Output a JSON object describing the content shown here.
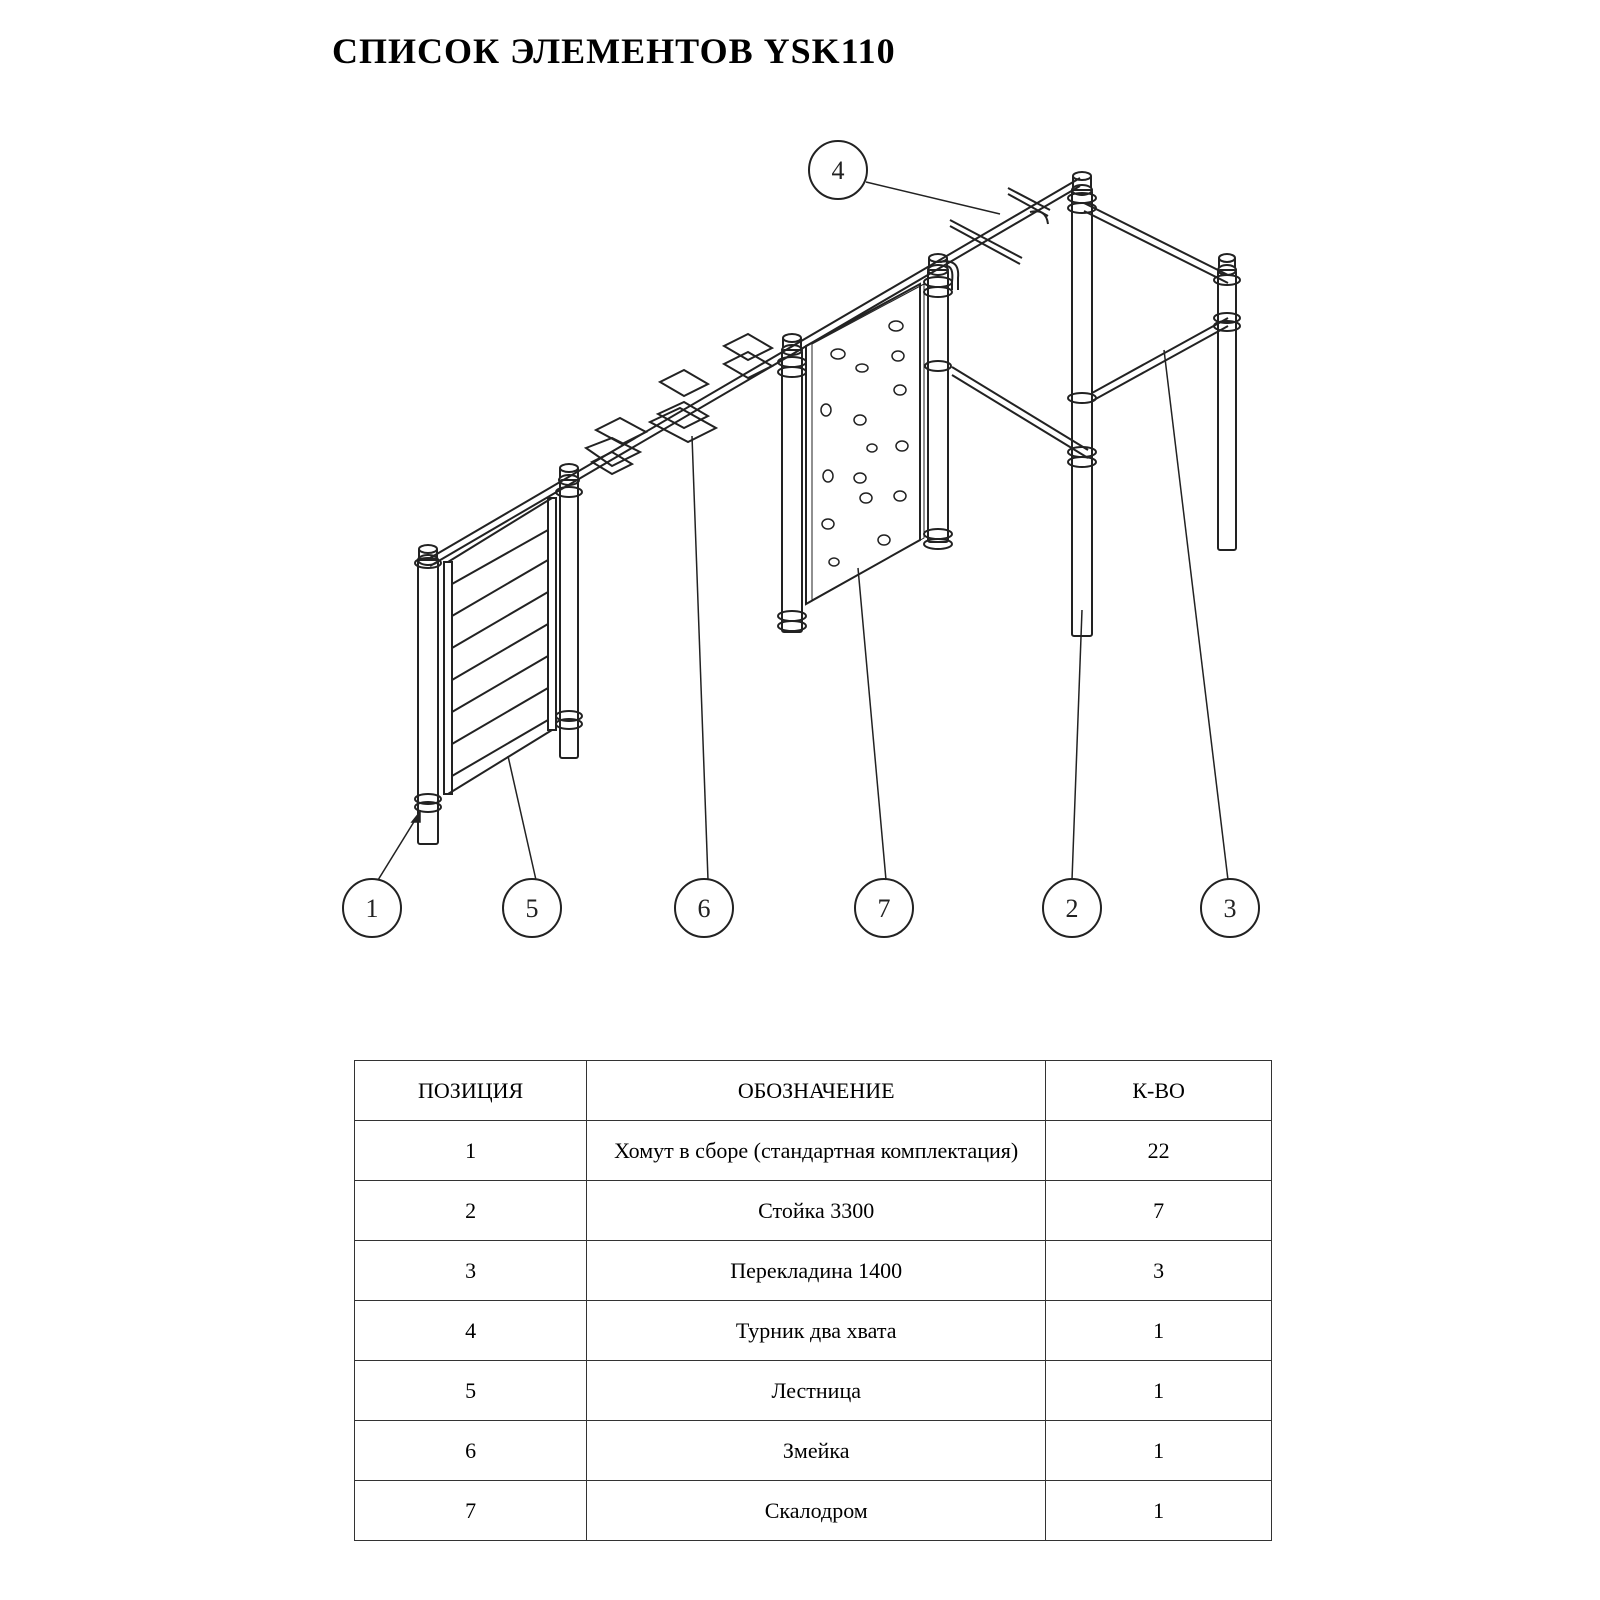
{
  "title": "СПИСОК ЭЛЕМЕНТОВ YSK110",
  "callouts": [
    "1",
    "2",
    "3",
    "4",
    "5",
    "6",
    "7"
  ],
  "table": {
    "headers": [
      "ПОЗИЦИЯ",
      "ОБОЗНАЧЕНИЕ",
      "К-ВО"
    ],
    "rows": [
      {
        "pos": "1",
        "name": "Хомут в сборе (стандартная комплектация)",
        "qty": "22"
      },
      {
        "pos": "2",
        "name": "Стойка 3300",
        "qty": "7"
      },
      {
        "pos": "3",
        "name": "Перекладина 1400",
        "qty": "3"
      },
      {
        "pos": "4",
        "name": "Турник два хвата",
        "qty": "1"
      },
      {
        "pos": "5",
        "name": "Лестница",
        "qty": "1"
      },
      {
        "pos": "6",
        "name": "Змейка",
        "qty": "1"
      },
      {
        "pos": "7",
        "name": "Скалодром",
        "qty": "1"
      }
    ]
  },
  "colors": {
    "line": "#222222",
    "background": "#ffffff"
  }
}
